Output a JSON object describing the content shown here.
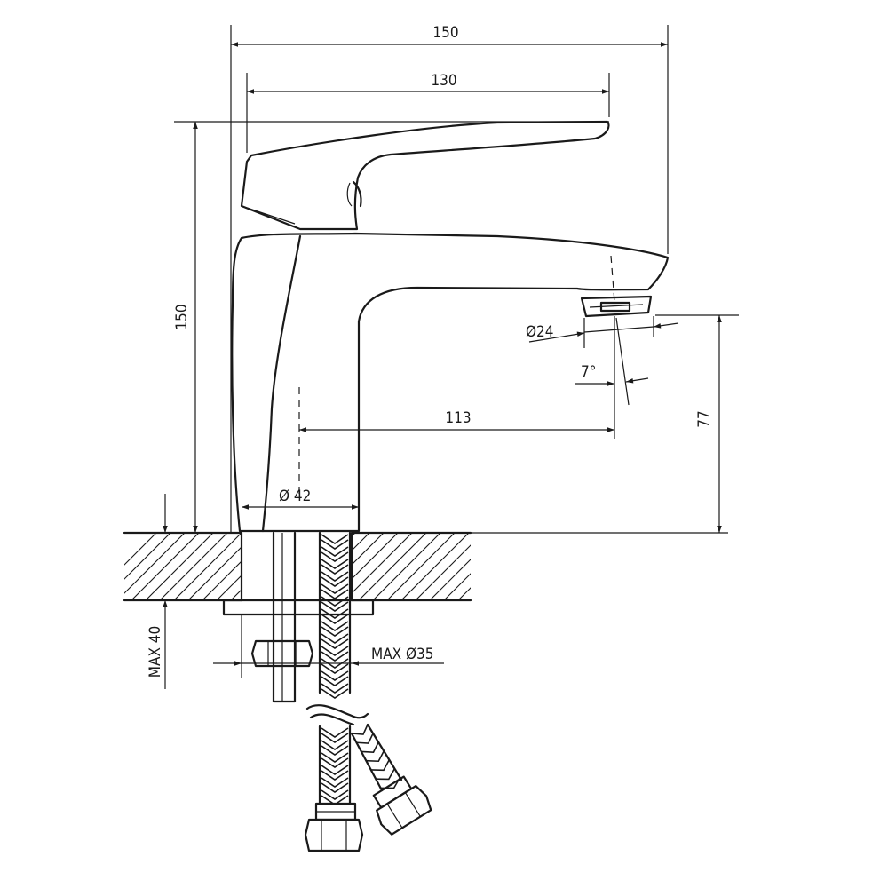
{
  "diagram": {
    "dimensions": {
      "overall_width": "150",
      "lever_length": "130",
      "overall_height": "150",
      "spout_height": "77",
      "aerator_diameter": "Ø24",
      "spout_angle": "7°",
      "spout_reach": "113",
      "body_diameter": "Ø 42",
      "max_counter_thickness": "MAX 40",
      "max_hole_diameter": "MAX Ø35"
    },
    "colors": {
      "line": "#1a1a1a",
      "background": "#ffffff"
    }
  }
}
